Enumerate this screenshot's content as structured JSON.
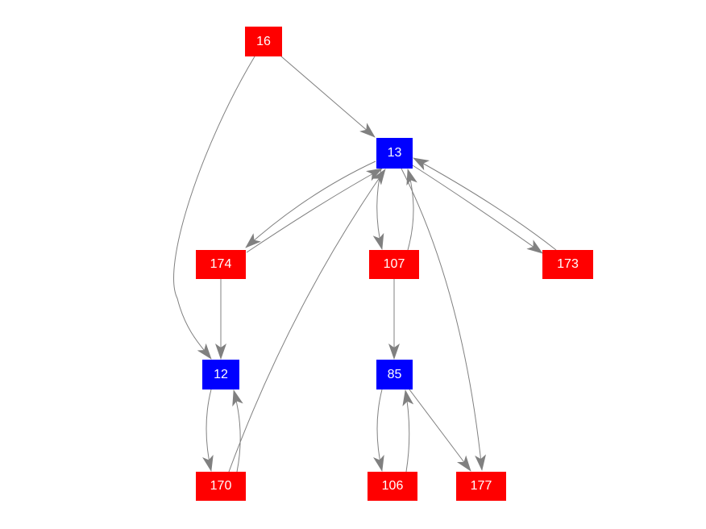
{
  "colors": {
    "red": "#ff0000",
    "blue": "#0000ff",
    "edge": "#808080"
  },
  "nodes": [
    {
      "id": "16",
      "label": "16",
      "color": "red"
    },
    {
      "id": "13",
      "label": "13",
      "color": "blue"
    },
    {
      "id": "174",
      "label": "174",
      "color": "red"
    },
    {
      "id": "107",
      "label": "107",
      "color": "red"
    },
    {
      "id": "173",
      "label": "173",
      "color": "red"
    },
    {
      "id": "12",
      "label": "12",
      "color": "blue"
    },
    {
      "id": "85",
      "label": "85",
      "color": "blue"
    },
    {
      "id": "170",
      "label": "170",
      "color": "red"
    },
    {
      "id": "106",
      "label": "106",
      "color": "red"
    },
    {
      "id": "177",
      "label": "177",
      "color": "red"
    }
  ],
  "edges": [
    {
      "from": "16",
      "to": "13"
    },
    {
      "from": "16",
      "to": "12"
    },
    {
      "from": "13",
      "to": "174"
    },
    {
      "from": "174",
      "to": "13"
    },
    {
      "from": "13",
      "to": "107"
    },
    {
      "from": "107",
      "to": "13"
    },
    {
      "from": "13",
      "to": "173"
    },
    {
      "from": "173",
      "to": "13"
    },
    {
      "from": "13",
      "to": "177"
    },
    {
      "from": "174",
      "to": "12"
    },
    {
      "from": "170",
      "to": "13"
    },
    {
      "from": "12",
      "to": "170"
    },
    {
      "from": "170",
      "to": "12"
    },
    {
      "from": "107",
      "to": "85"
    },
    {
      "from": "85",
      "to": "106"
    },
    {
      "from": "106",
      "to": "85"
    },
    {
      "from": "85",
      "to": "177"
    }
  ]
}
